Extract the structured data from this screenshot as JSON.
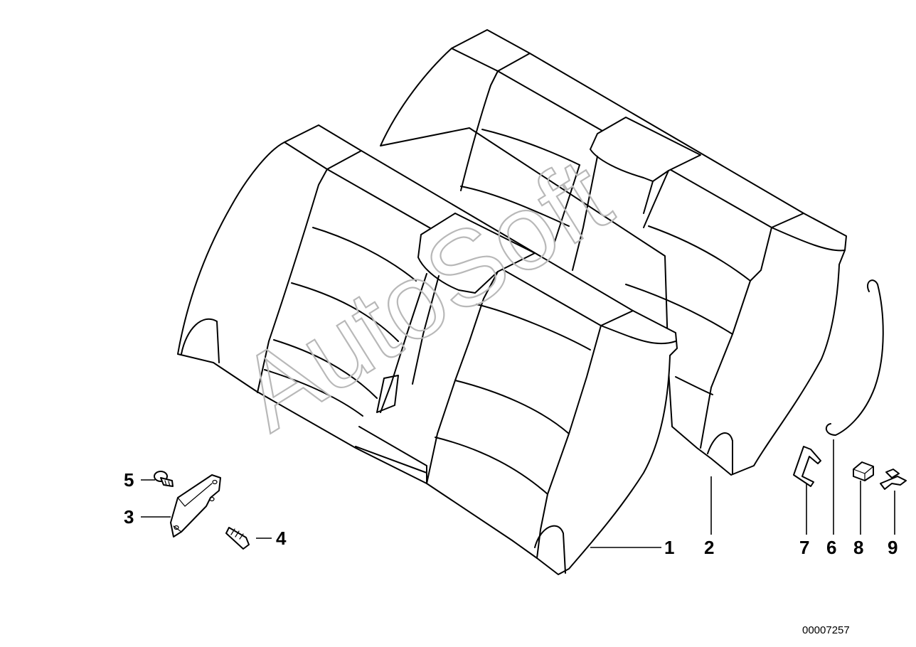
{
  "diagram": {
    "watermark": "AutoSoft",
    "document_number": "00007257",
    "callouts": [
      "1",
      "2",
      "3",
      "4",
      "5",
      "6",
      "7",
      "8",
      "9"
    ]
  }
}
